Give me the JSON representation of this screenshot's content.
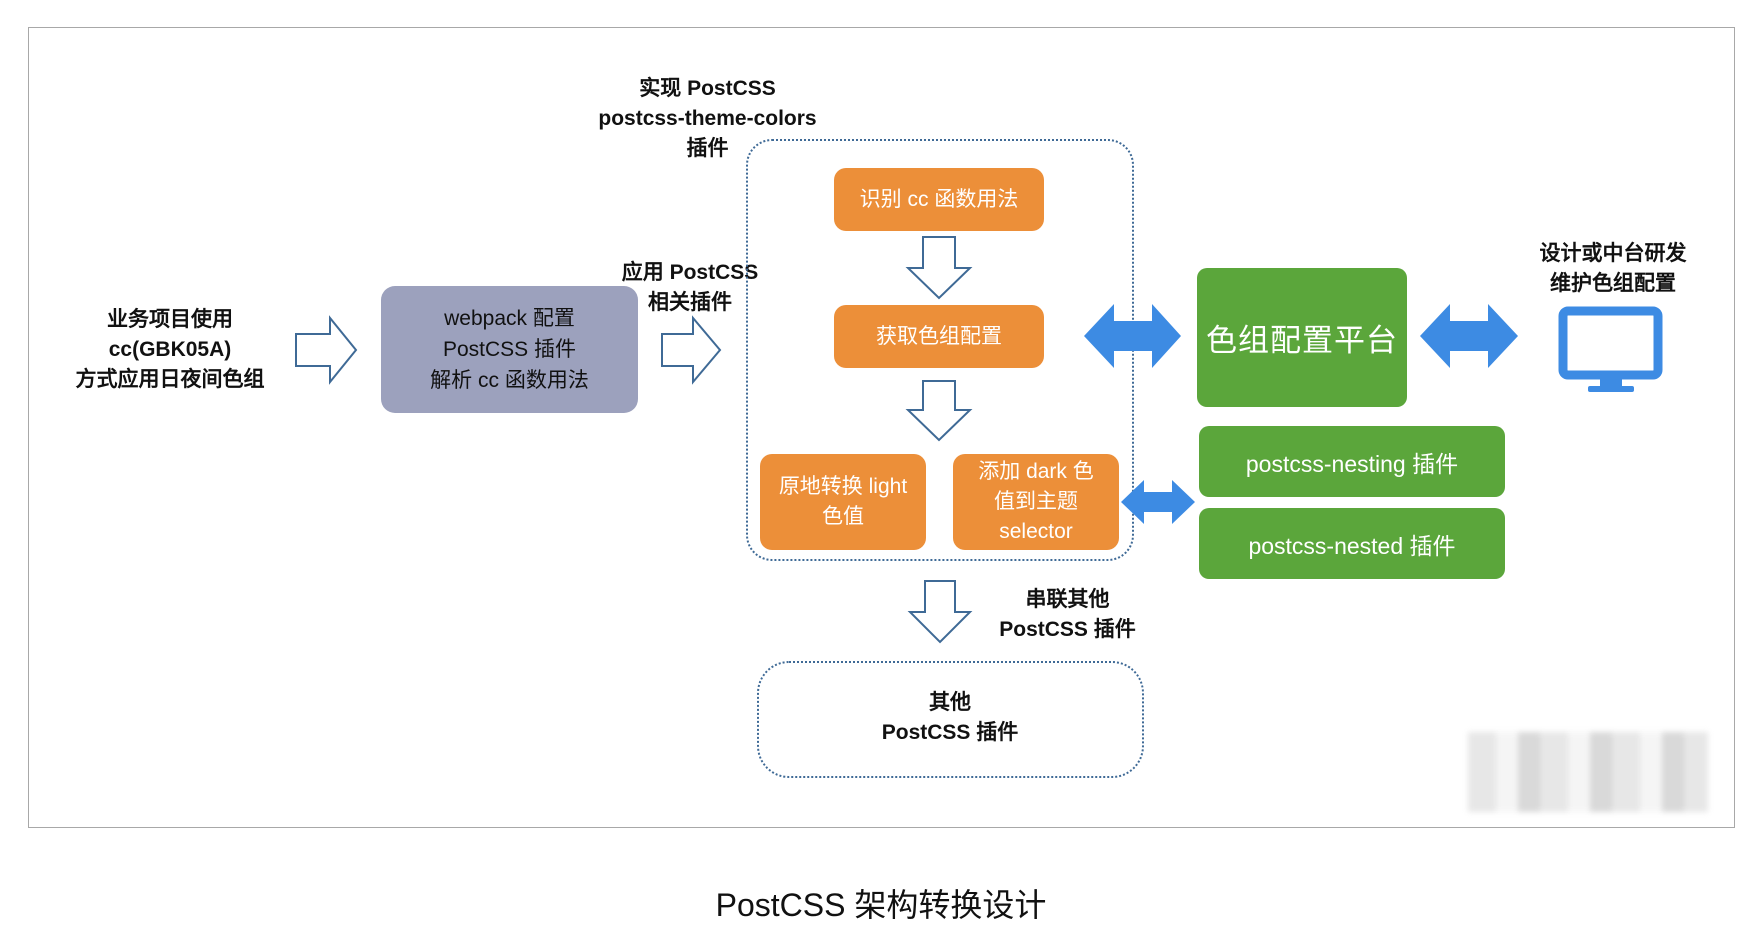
{
  "texts": {
    "left_label": "业务项目使用\ncc(GBK05A)\n方式应用日夜间色组",
    "webpack_box": "webpack 配置\nPostCSS 插件\n解析 cc 函数用法",
    "apply_label": "应用 PostCSS\n相关插件",
    "impl_label": "实现 PostCSS\npostcss-theme-colors\n插件",
    "step1": "识别 cc 函数用法",
    "step2": "获取色组配置",
    "step3a": "原地转换 light\n色值",
    "step3b": "添加 dark 色\n值到主题\nselector",
    "chain_label": "串联其他\nPostCSS 插件",
    "other_box": "其他\nPostCSS 插件",
    "platform": "色组配置平台",
    "design_label": "设计或中台研发\n维护色组配置",
    "nesting": "postcss-nesting 插件",
    "nested": "postcss-nested 插件",
    "caption": "PostCSS 架构转换设计"
  },
  "colors": {
    "orange": "#ec8f39",
    "green": "#5ba63b",
    "grey": "#9ca1bd",
    "blue": "#3d8be3",
    "dashed": "#3f6a96"
  },
  "icons": {
    "monitor": "monitor-icon"
  }
}
